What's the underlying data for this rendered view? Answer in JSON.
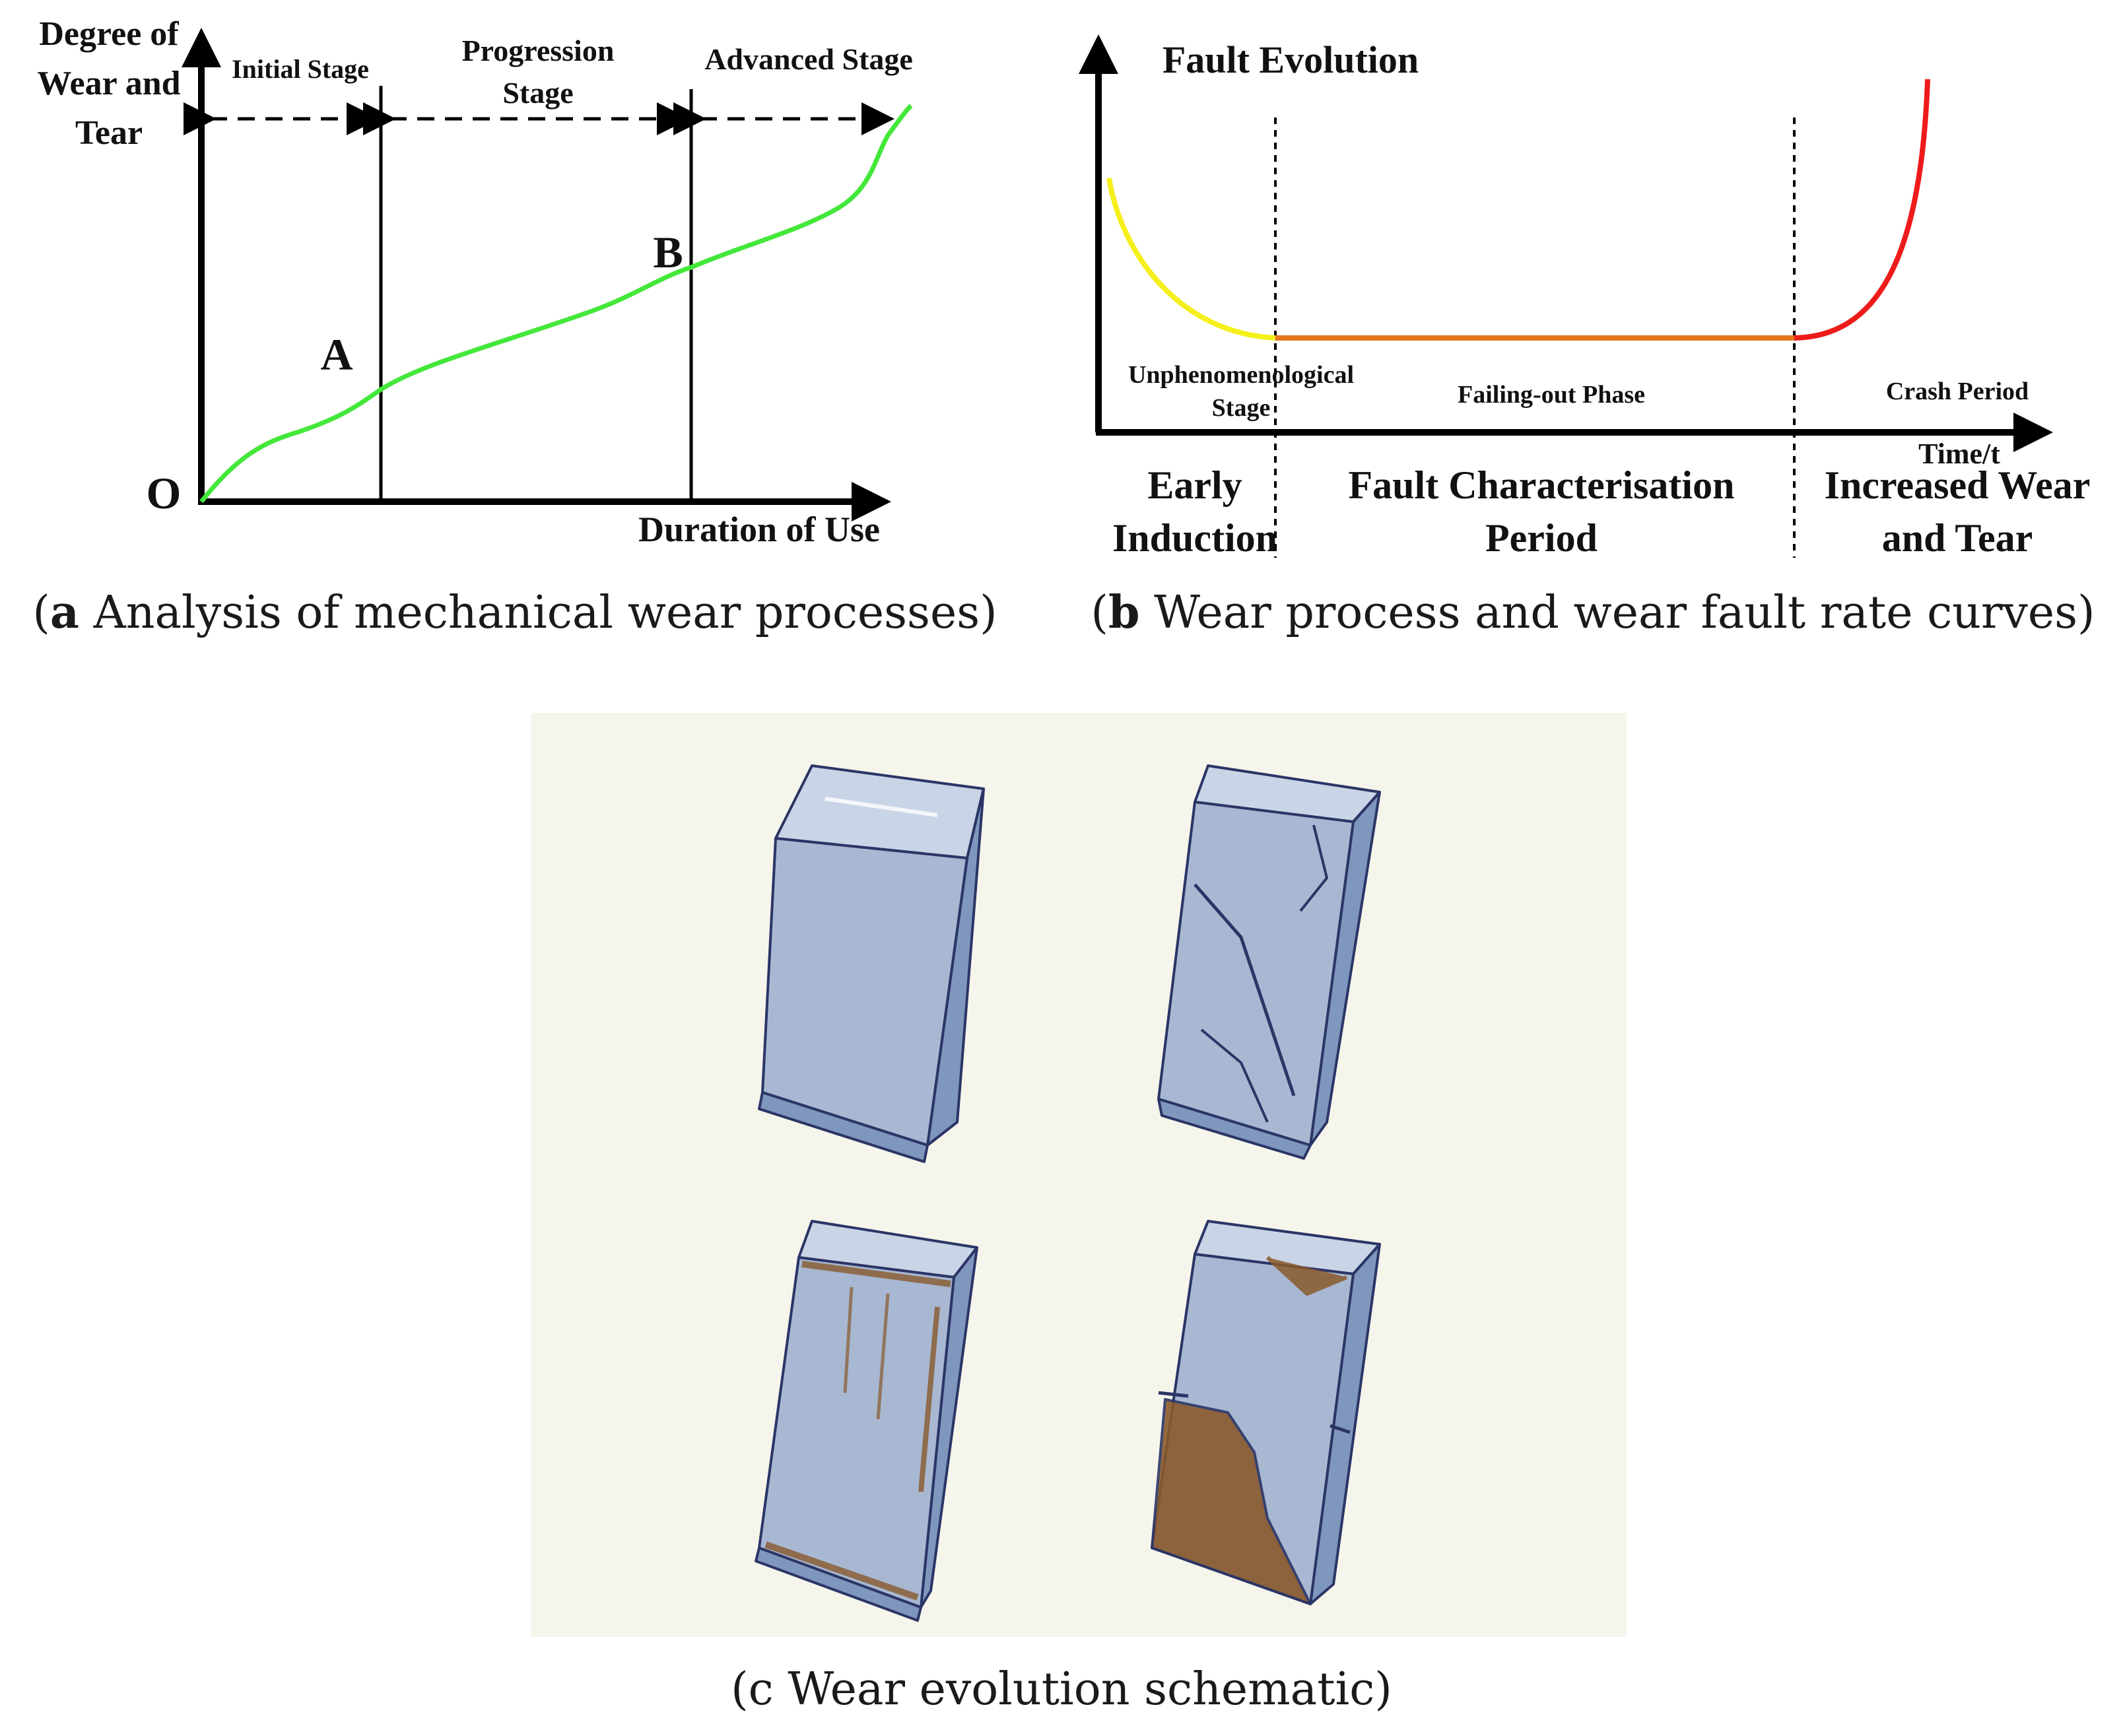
{
  "panel_a": {
    "y_axis_label": [
      "Degree of",
      "Wear and",
      "Tear"
    ],
    "x_axis_label": "Duration of Use",
    "origin_label": "O",
    "stage_labels": {
      "initial": "Initial Stage",
      "progression": [
        "Progression",
        "Stage"
      ],
      "advanced": "Advanced Stage"
    },
    "point_labels": [
      "A",
      "B"
    ],
    "caption_letter": "a",
    "caption_text": " Analysis of mechanical wear processes",
    "curve_color": "#44e83a"
  },
  "panel_b": {
    "title": "Fault Evolution",
    "x_axis_label": "Time/t",
    "inner_labels": {
      "unphenomenological": [
        "Unphenomenological",
        "Stage"
      ],
      "failing_out": "Failing-out Phase",
      "crash": "Crash Period"
    },
    "period_labels": {
      "early": [
        "Early",
        "Induction"
      ],
      "fault": [
        "Fault Characterisation",
        "Period"
      ],
      "increased": [
        "Increased Wear",
        "and Tear"
      ]
    },
    "caption_letter": "b",
    "caption_text": " Wear process and wear fault rate curves",
    "colors": {
      "early": "#f5ef1c",
      "middle": "#e3771e",
      "late": "#ee1b1b"
    }
  },
  "panel_c": {
    "caption_letter": "c",
    "caption_text": " Wear evolution schematic",
    "colors": {
      "block_face": "#a8b8d2",
      "block_side": "#7f97bd",
      "block_top": "#c9d5e6",
      "outline": "#2b3566",
      "rust": "#8a5a2c"
    }
  }
}
